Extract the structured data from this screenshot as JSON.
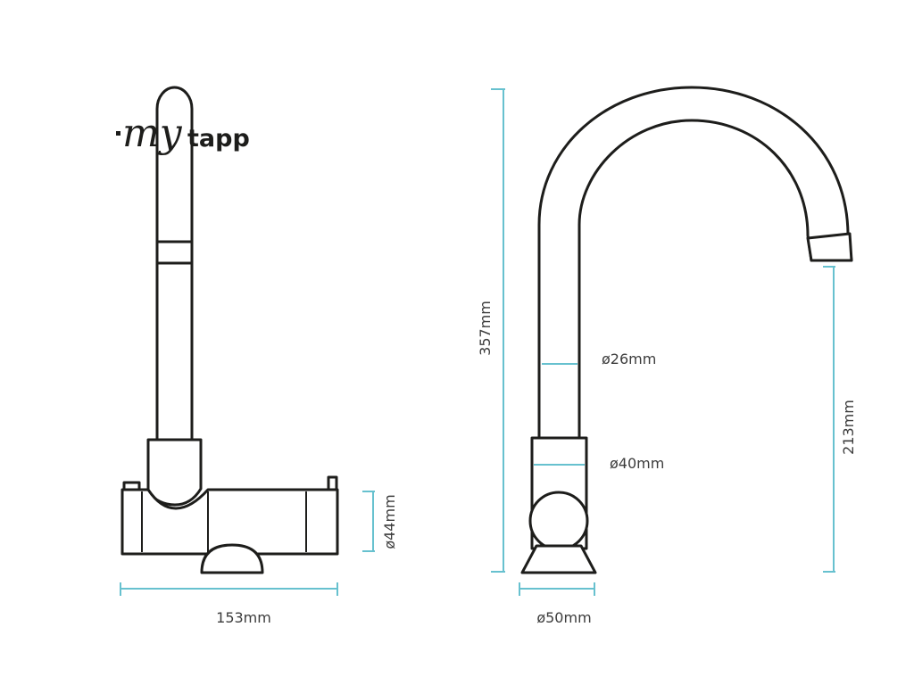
{
  "brand": {
    "logo_prefix": "my",
    "logo_suffix": "tapp"
  },
  "colors": {
    "dimension_line": "#67c1cf",
    "outline": "#1d1d1b",
    "text": "#3c3c3c",
    "background": "#ffffff"
  },
  "dimensions": {
    "base_width": "153mm",
    "base_height": "ø44mm",
    "total_height": "357mm",
    "spout_height": "213mm",
    "spout_diameter": "ø26mm",
    "body_diameter": "ø40mm",
    "base_diameter": "ø50mm"
  }
}
